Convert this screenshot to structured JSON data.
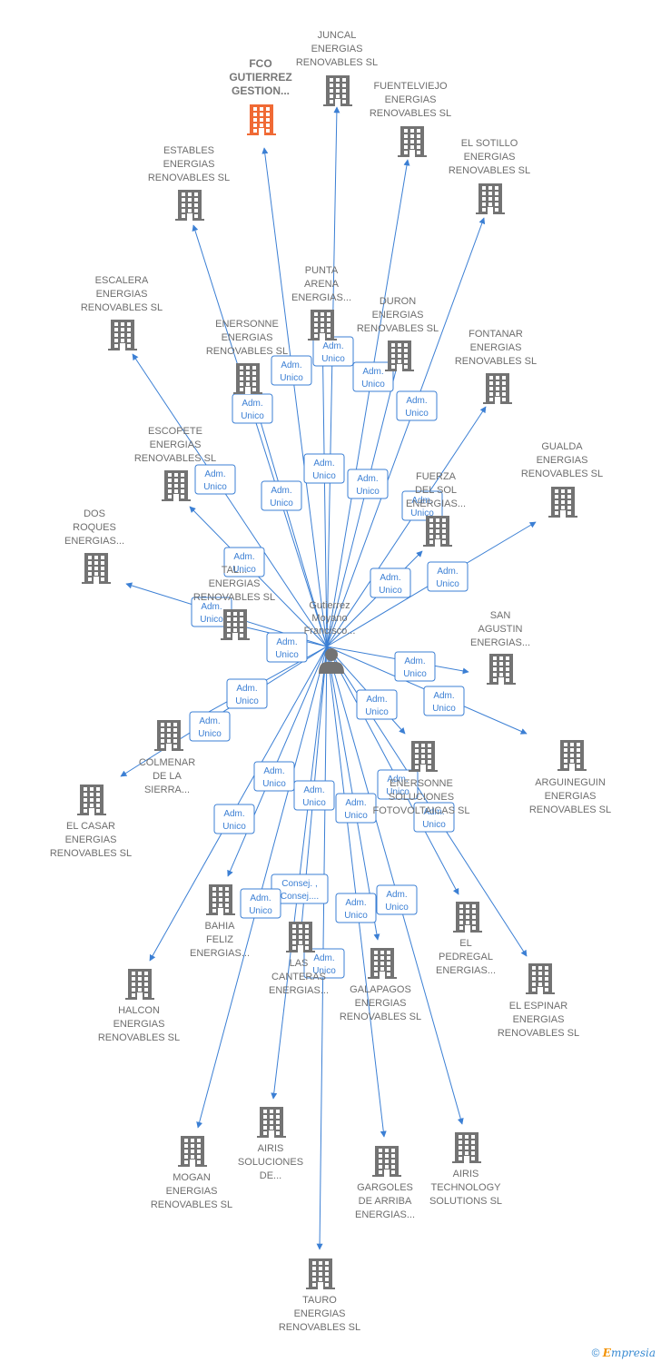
{
  "colors": {
    "edge": "#3b7fd4",
    "node": "#737373",
    "highlight": "#f06a35",
    "text": "#6e6e6e"
  },
  "center": {
    "lines": [
      "Gutierrez",
      "Moyano",
      "Francisco..."
    ],
    "icon": "person-icon"
  },
  "edge_label_default": [
    "Adm.",
    "Unico"
  ],
  "nodes": [
    {
      "id": "juncal",
      "lines": [
        "JUNCAL",
        "ENERGIAS",
        "RENOVABLES SL"
      ]
    },
    {
      "id": "fco",
      "lines": [
        "FCO",
        "GUTIERREZ",
        "GESTION..."
      ],
      "highlight": true
    },
    {
      "id": "fuentelviejo",
      "lines": [
        "FUENTELVIEJO",
        "ENERGIAS",
        "RENOVABLES SL"
      ]
    },
    {
      "id": "estables",
      "lines": [
        "ESTABLES",
        "ENERGIAS",
        "RENOVABLES SL"
      ]
    },
    {
      "id": "el-sotillo",
      "lines": [
        "EL SOTILLO",
        "ENERGIAS",
        "RENOVABLES SL"
      ]
    },
    {
      "id": "punta-arena",
      "lines": [
        "PUNTA",
        "ARENA",
        "ENERGIAS..."
      ]
    },
    {
      "id": "escalera",
      "lines": [
        "ESCALERA",
        "ENERGIAS",
        "RENOVABLES SL"
      ]
    },
    {
      "id": "duron",
      "lines": [
        "DURON",
        "ENERGIAS",
        "RENOVABLES SL"
      ]
    },
    {
      "id": "enersonne",
      "lines": [
        "ENERSONNE",
        "ENERGIAS",
        "RENOVABLES SL"
      ]
    },
    {
      "id": "fontanar",
      "lines": [
        "FONTANAR",
        "ENERGIAS",
        "RENOVABLES SL"
      ]
    },
    {
      "id": "escopete",
      "lines": [
        "ESCOPETE",
        "ENERGIAS",
        "RENOVABLES SL"
      ]
    },
    {
      "id": "gualda",
      "lines": [
        "GUALDA",
        "ENERGIAS",
        "RENOVABLES SL"
      ]
    },
    {
      "id": "fuerza-del-sol",
      "lines": [
        "FUERZA",
        "DEL SOL",
        "ENERGIAS..."
      ]
    },
    {
      "id": "dos-roques",
      "lines": [
        "DOS",
        "ROQUES",
        "ENERGIAS..."
      ]
    },
    {
      "id": "tal",
      "lines": [
        "TAL...",
        "ENERGIAS",
        "RENOVABLES SL"
      ]
    },
    {
      "id": "san-agustin",
      "lines": [
        "SAN",
        "AGUSTIN",
        "ENERGIAS..."
      ]
    },
    {
      "id": "colmenar",
      "lines": [
        "COLMENAR",
        "DE LA",
        "SIERRA..."
      ]
    },
    {
      "id": "arguineguin",
      "lines": [
        "ARGUINEGUIN",
        "ENERGIAS",
        "RENOVABLES SL"
      ]
    },
    {
      "id": "el-casar",
      "lines": [
        "EL CASAR",
        "ENERGIAS",
        "RENOVABLES SL"
      ]
    },
    {
      "id": "enersonne-soluciones",
      "lines": [
        "ENERSONNE",
        "SOLUCIONES",
        "FOTOVOLTAICAS SL"
      ]
    },
    {
      "id": "bahia-feliz",
      "lines": [
        "BAHIA",
        "FELIZ",
        "ENERGIAS..."
      ]
    },
    {
      "id": "el-pedregal",
      "lines": [
        "EL",
        "PEDREGAL",
        "ENERGIAS..."
      ]
    },
    {
      "id": "las-canteras",
      "lines": [
        "LAS",
        "CANTERAS",
        "ENERGIAS..."
      ]
    },
    {
      "id": "halcon",
      "lines": [
        "HALCON",
        "ENERGIAS",
        "RENOVABLES SL"
      ]
    },
    {
      "id": "galapagos",
      "lines": [
        "GALAPAGOS",
        "ENERGIAS",
        "RENOVABLES SL"
      ]
    },
    {
      "id": "el-espinar",
      "lines": [
        "EL ESPINAR",
        "ENERGIAS",
        "RENOVABLES SL"
      ]
    },
    {
      "id": "mogan",
      "lines": [
        "MOGAN",
        "ENERGIAS",
        "RENOVABLES SL"
      ]
    },
    {
      "id": "airis-soluciones",
      "lines": [
        "AIRIS",
        "SOLUCIONES",
        "DE..."
      ]
    },
    {
      "id": "gargoles",
      "lines": [
        "GARGOLES",
        "DE ARRIBA",
        "ENERGIAS..."
      ]
    },
    {
      "id": "airis-technology",
      "lines": [
        "AIRIS",
        "TECHNOLOGY",
        "SOLUTIONS SL"
      ]
    },
    {
      "id": "tauro",
      "lines": [
        "TAURO",
        "ENERGIAS",
        "RENOVABLES SL"
      ]
    }
  ],
  "edges": [
    {
      "to": "juncal"
    },
    {
      "to": "fco"
    },
    {
      "to": "fuentelviejo"
    },
    {
      "to": "estables"
    },
    {
      "to": "el-sotillo"
    },
    {
      "to": "punta-arena"
    },
    {
      "to": "escalera"
    },
    {
      "to": "duron"
    },
    {
      "to": "enersonne"
    },
    {
      "to": "fontanar"
    },
    {
      "to": "escopete"
    },
    {
      "to": "gualda"
    },
    {
      "to": "fuerza-del-sol"
    },
    {
      "to": "dos-roques"
    },
    {
      "to": "tal"
    },
    {
      "to": "san-agustin"
    },
    {
      "to": "colmenar"
    },
    {
      "to": "arguineguin"
    },
    {
      "to": "el-casar"
    },
    {
      "to": "enersonne-soluciones"
    },
    {
      "to": "bahia-feliz"
    },
    {
      "to": "el-pedregal"
    },
    {
      "to": "las-canteras",
      "label": [
        "Consej. ,",
        "Consej...."
      ]
    },
    {
      "to": "halcon"
    },
    {
      "to": "galapagos"
    },
    {
      "to": "el-espinar"
    },
    {
      "to": "mogan"
    },
    {
      "to": "airis-soluciones"
    },
    {
      "to": "gargoles"
    },
    {
      "to": "airis-technology"
    },
    {
      "to": "tauro"
    }
  ],
  "footer": {
    "copyright": "©",
    "brand_e": "E",
    "brand_rest": "mpresia"
  }
}
